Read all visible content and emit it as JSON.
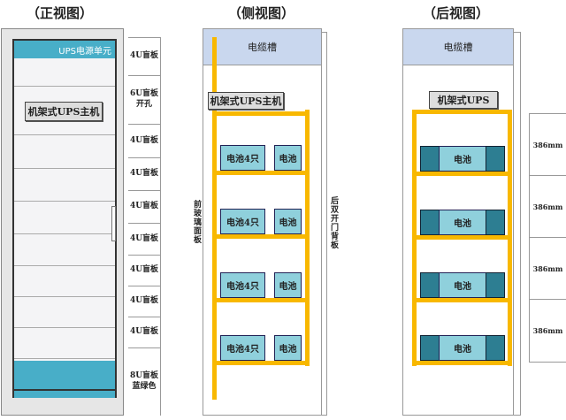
{
  "titles": {
    "front": "（正视图）",
    "side": "（侧视图）",
    "rear": "（后视图）"
  },
  "front": {
    "power_unit": "UPS电源单元",
    "host": "机架式UPS主机",
    "labels": [
      "4U盲板",
      "6U盲板\n开孔",
      "4U盲板",
      "4U盲板",
      "4U盲板",
      "4U盲板",
      "4U盲板",
      "4U盲板",
      "4U盲板",
      "8U盲板\n蓝绿色"
    ]
  },
  "side": {
    "trough": "电缆槽",
    "host": "机架式UPS主机",
    "battery4": "电池4只",
    "battery": "电池",
    "front_panel": "前玻璃面板",
    "rear_panel": "后双开门背板"
  },
  "rear": {
    "trough": "电缆槽",
    "host": "机架式UPS",
    "battery": "电池",
    "dims": [
      "386mm",
      "386mm",
      "386mm",
      "386mm"
    ]
  },
  "colors": {
    "orange": "#f8b800",
    "battery": "#8fd0dc",
    "teal": "#48aec8",
    "trough": "#c9d7ee"
  }
}
